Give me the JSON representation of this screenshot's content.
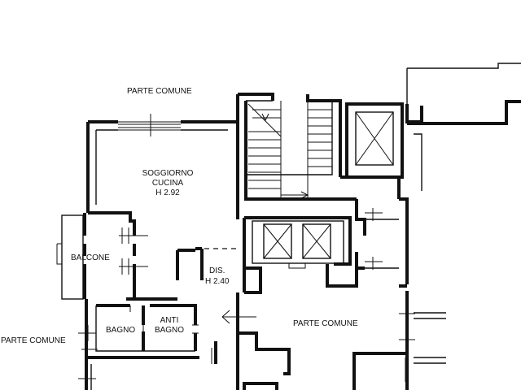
{
  "labels": {
    "parte_comune_top": "PARTE COMUNE",
    "soggiorno": "SOGGIORNO",
    "cucina": "CUCINA",
    "soggiorno_h": "H 2.92",
    "balcone": "BALCONE",
    "dis": "DIS.",
    "dis_h": "H 2.40",
    "bagno": "BAGNO",
    "anti": "ANTI",
    "anti_bagno": "BAGNO",
    "parte_comune_left": "PARTE COMUNE",
    "parte_comune_center": "PARTE COMUNE"
  }
}
